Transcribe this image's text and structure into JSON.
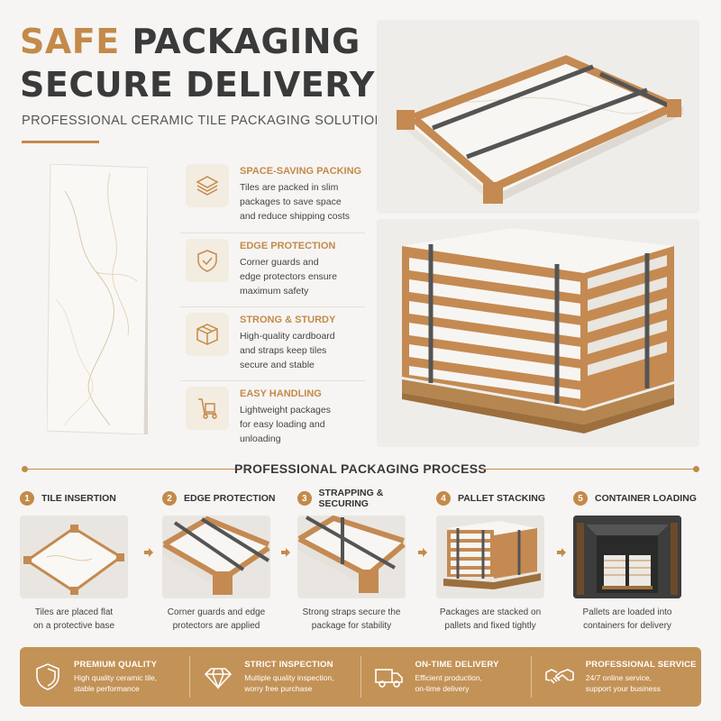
{
  "header": {
    "title_accent": "SAFE",
    "title_rest": "PACKAGING",
    "title_line2": "SECURE DELIVERY",
    "subtitle": "PROFESSIONAL CERAMIC TILE PACKAGING SOLUTIONS"
  },
  "colors": {
    "accent": "#c48a4a",
    "dark_text": "#3a3a3a",
    "footer_bg": "#c39257",
    "strap": "#545454",
    "cardboard": "#c48a52"
  },
  "features": [
    {
      "icon": "layers-icon",
      "title": "SPACE-SAVING PACKING",
      "lines": [
        "Tiles are packed in slim",
        "packages to save space",
        "and reduce shipping costs"
      ]
    },
    {
      "icon": "shield-check-icon",
      "title": "EDGE PROTECTION",
      "lines": [
        "Corner guards and",
        "edge protectors ensure",
        "maximum safety"
      ]
    },
    {
      "icon": "box-icon",
      "title": "STRONG & STURDY",
      "lines": [
        "High-quality cardboard",
        "and straps keep tiles",
        "secure and stable"
      ]
    },
    {
      "icon": "hand-truck-icon",
      "title": "EASY HANDLING",
      "lines": [
        "Lightweight packages",
        "for easy loading and",
        "unloading"
      ]
    }
  ],
  "process": {
    "title": "PROFESSIONAL PACKAGING PROCESS",
    "steps": [
      {
        "num": "1",
        "name": "TILE INSERTION",
        "lines": [
          "Tiles are placed flat",
          "on a protective base"
        ]
      },
      {
        "num": "2",
        "name": "EDGE PROTECTION",
        "lines": [
          "Corner guards and edge",
          "protectors are applied"
        ]
      },
      {
        "num": "3",
        "name": "STRAPPING & SECURING",
        "lines": [
          "Strong straps secure the",
          "package for stability"
        ]
      },
      {
        "num": "4",
        "name": "PALLET STACKING",
        "lines": [
          "Packages are stacked on",
          "pallets and fixed tightly"
        ]
      },
      {
        "num": "5",
        "name": "CONTAINER LOADING",
        "lines": [
          "Pallets are loaded into",
          "containers for delivery"
        ]
      }
    ]
  },
  "footer": [
    {
      "icon": "shield-icon",
      "title": "PREMIUM QUALITY",
      "lines": [
        "High quality ceramic tile,",
        "stable performance"
      ]
    },
    {
      "icon": "diamond-icon",
      "title": "STRICT INSPECTION",
      "lines": [
        "Multiple quality inspection,",
        "worry free purchase"
      ]
    },
    {
      "icon": "truck-icon",
      "title": "ON-TIME DELIVERY",
      "lines": [
        "Efficient production,",
        "on-time delivery"
      ]
    },
    {
      "icon": "handshake-icon",
      "title": "PROFESSIONAL SERVICE",
      "lines": [
        "24/7 online service,",
        "support your business"
      ]
    }
  ]
}
